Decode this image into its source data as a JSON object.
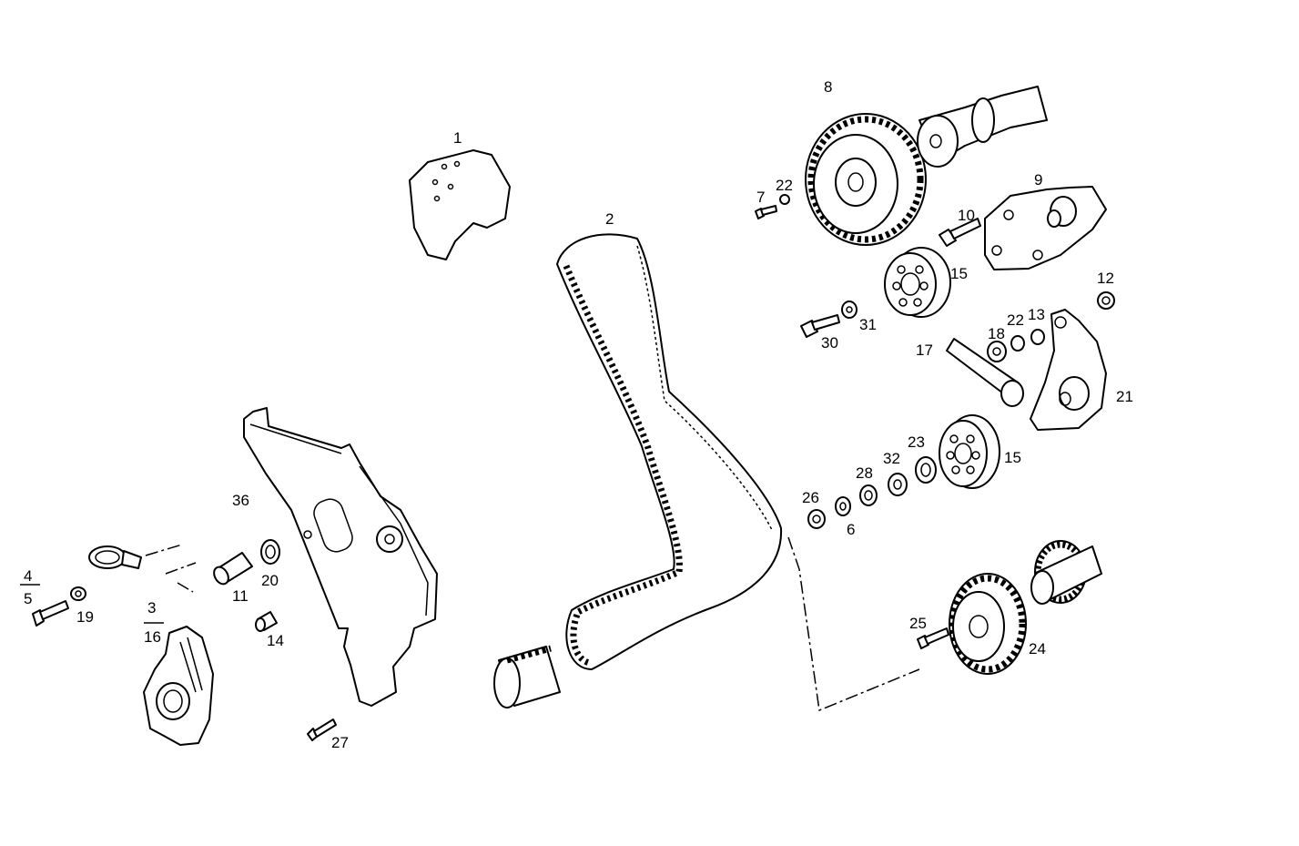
{
  "labels": {
    "l1": "1",
    "l2": "2",
    "l3": "3",
    "l4": "4",
    "l5": "5",
    "l6": "6",
    "l7": "7",
    "l8": "8",
    "l9": "9",
    "l10": "10",
    "l11": "11",
    "l12": "12",
    "l13": "13",
    "l14": "14",
    "l15a": "15",
    "l15b": "15",
    "l16": "16",
    "l17": "17",
    "l18": "18",
    "l19": "19",
    "l20": "20",
    "l21": "21",
    "l22a": "22",
    "l22b": "22",
    "l23": "23",
    "l24": "24",
    "l25": "25",
    "l26": "26",
    "l27": "27",
    "l28": "28",
    "l30": "30",
    "l31": "31",
    "l32": "32",
    "l36": "36"
  }
}
